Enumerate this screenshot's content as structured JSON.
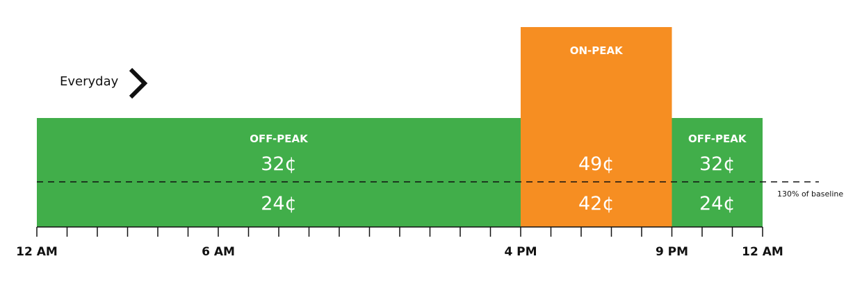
{
  "header": {
    "schedule_label": "Everyday"
  },
  "colors": {
    "off_peak": "#41ae4a",
    "on_peak": "#f68e22",
    "axis": "#111111"
  },
  "icons": {
    "arrow": "chevron-right-icon"
  },
  "chart_data": {
    "type": "bar",
    "x_unit": "hour of day",
    "xlim": [
      0,
      24
    ],
    "segments": [
      {
        "label": "OFF-PEAK",
        "start": 0,
        "end": 16,
        "upper_rate": "32¢",
        "lower_rate": "24¢",
        "kind": "off_peak"
      },
      {
        "label": "ON-PEAK",
        "start": 16,
        "end": 21,
        "upper_rate": "49¢",
        "lower_rate": "42¢",
        "kind": "on_peak"
      },
      {
        "label": "OFF-PEAK",
        "start": 21,
        "end": 24,
        "upper_rate": "32¢",
        "lower_rate": "24¢",
        "kind": "off_peak"
      }
    ],
    "reference_line": {
      "label": "130% of baseline",
      "style": "dashed"
    },
    "x_ticks": [
      {
        "hour": 0,
        "label": "12 AM"
      },
      {
        "hour": 6,
        "label": "6 AM"
      },
      {
        "hour": 16,
        "label": "4 PM"
      },
      {
        "hour": 21,
        "label": "9 PM"
      },
      {
        "hour": 24,
        "label": "12 AM"
      }
    ],
    "minor_tick_step_hours": 1
  }
}
